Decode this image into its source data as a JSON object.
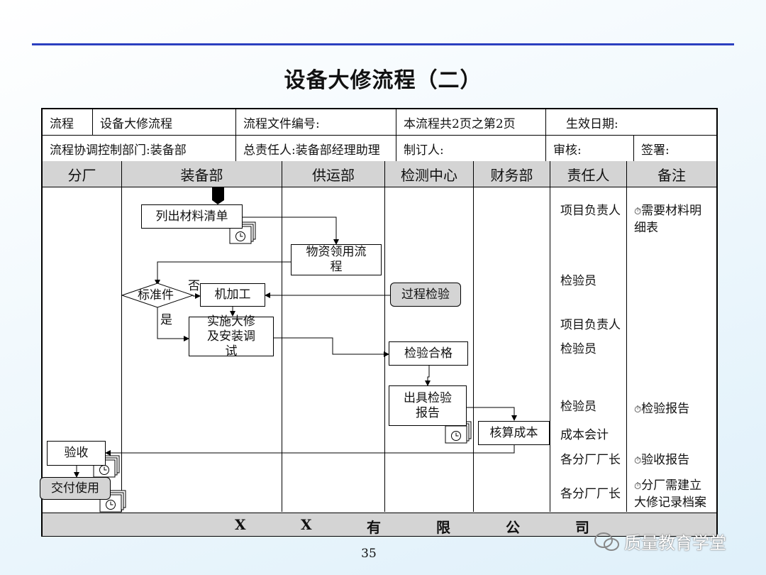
{
  "title": "设备大修流程（二）",
  "info": {
    "process_label": "流程",
    "process_name": "设备大修流程",
    "doc_no": "流程文件编号:",
    "pages": "本流程共2页之第2页",
    "effective": "生效日期:",
    "dept": "流程协调控制部门:装备部",
    "owner": "总责任人:装备部经理助理",
    "maker": "制订人:",
    "reviewer": "审核:",
    "signer": "签署:"
  },
  "lanes": [
    "分厂",
    "装备部",
    "供运部",
    "检测中心",
    "财务部",
    "责任人",
    "备注"
  ],
  "steps": {
    "list_materials": "列出材料清单",
    "material_flow": "物资领用流程",
    "standard_part": "标准件",
    "machining": "机加工",
    "no_label": "否",
    "yes_label": "是",
    "overhaul": "实施大修及安装调试",
    "process_inspect": "过程检验",
    "inspect_pass": "检验合格",
    "issue_report": "出具检验报告",
    "cost_check": "核算成本",
    "acceptance": "验收",
    "deliver": "交付使用"
  },
  "responsible": [
    "项目负责人",
    "检验员",
    "项目负责人",
    "检验员",
    "检验员",
    "成本会计",
    "各分厂厂长",
    "各分厂厂长"
  ],
  "remarks": [
    "需要材料明细表",
    "检验报告",
    "验收报告",
    "分厂需建立大修记录档案"
  ],
  "footer_chars": [
    "X",
    "X",
    "有",
    "限",
    "公",
    "司"
  ],
  "page_number": "35",
  "watermark": "质量教育学堂",
  "colors": {
    "accent_line": "#2b3fc0",
    "header_gray": "#d4d4d4"
  }
}
